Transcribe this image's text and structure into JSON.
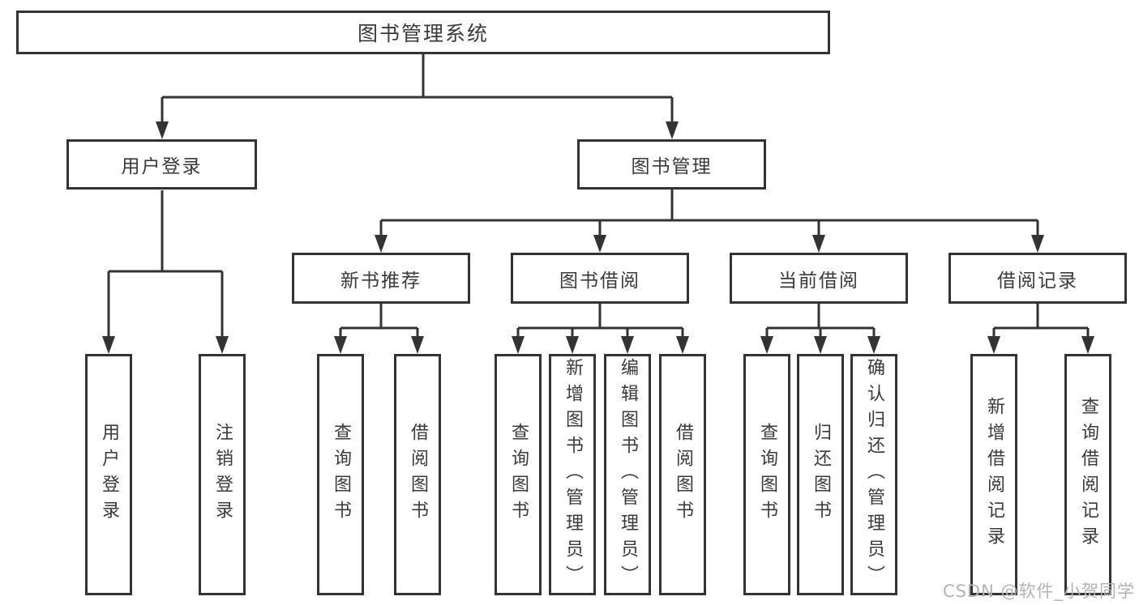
{
  "colors": {
    "background": "#ffffff",
    "line": "#333333",
    "box_border": "#333333",
    "text": "#3a3a3a",
    "watermark": "#b3b3b3"
  },
  "diagram": {
    "root": {
      "label": "图书管理系统"
    },
    "level1": [
      {
        "label": "用户登录",
        "children": [
          {
            "label": "用户登录"
          },
          {
            "label": "注销登录"
          }
        ]
      },
      {
        "label": "图书管理",
        "children": [
          {
            "label": "新书推荐",
            "children": [
              {
                "label": "查询图书"
              },
              {
                "label": "借阅图书"
              }
            ]
          },
          {
            "label": "图书借阅",
            "children": [
              {
                "label": "查询图书"
              },
              {
                "label": "新增图书（管理员）"
              },
              {
                "label": "编辑图书（管理员）"
              },
              {
                "label": "借阅图书"
              }
            ]
          },
          {
            "label": "当前借阅",
            "children": [
              {
                "label": "查询图书"
              },
              {
                "label": "归还图书"
              },
              {
                "label": "确认归还（管理员）"
              }
            ]
          },
          {
            "label": "借阅记录",
            "children": [
              {
                "label": "新增借阅记录"
              },
              {
                "label": "查询借阅记录"
              }
            ]
          }
        ]
      }
    ]
  },
  "watermark": {
    "text": "CSDN @软件_小贺同学"
  }
}
